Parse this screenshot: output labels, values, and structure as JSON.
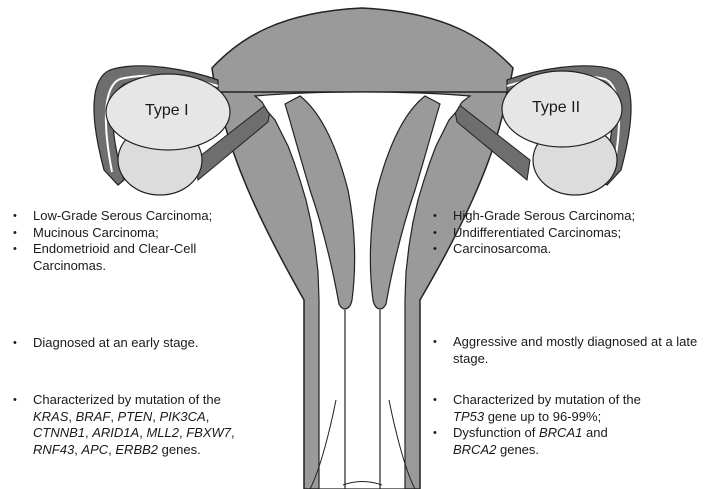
{
  "labels": {
    "type1": "Type I",
    "type2": "Type II"
  },
  "type1": {
    "histotypes": [
      "Low-Grade Serous Carcinoma;",
      "Mucinous Carcinoma;",
      "Endometrioid and Clear-Cell Carcinomas."
    ],
    "diagnosis": "Diagnosed at an early stage.",
    "mutation": {
      "prefix": "Characterized by mutation of the",
      "genes": [
        "KRAS",
        "BRAF",
        "PTEN",
        "PIK3CA",
        "CTNNB1",
        "ARID1A",
        "MLL2",
        "FBXW7",
        "RNF43",
        "APC",
        "ERBB2"
      ],
      "suffix": "genes."
    }
  },
  "type2": {
    "histotypes": [
      "High-Grade Serous Carcinoma;",
      "Undifferentiated Carcinomas;",
      "Carcinosarcoma."
    ],
    "diagnosis": "Aggressive and mostly diagnosed at a late stage.",
    "mutation": {
      "prefix": "Characterized by mutation of the",
      "gene": "TP53",
      "suffix": "gene up to 96-99%;"
    },
    "dysfunction": {
      "prefix": "Dysfunction of",
      "gene1": "BRCA1",
      "and": "and",
      "gene2": "BRCA2",
      "suffix": "genes."
    }
  },
  "colors": {
    "uterus": "#9a9a9a",
    "tube": "#6e6e6e",
    "ovary": "#e6e6e6",
    "cavity": "#ffffff",
    "outline": "#222222"
  }
}
